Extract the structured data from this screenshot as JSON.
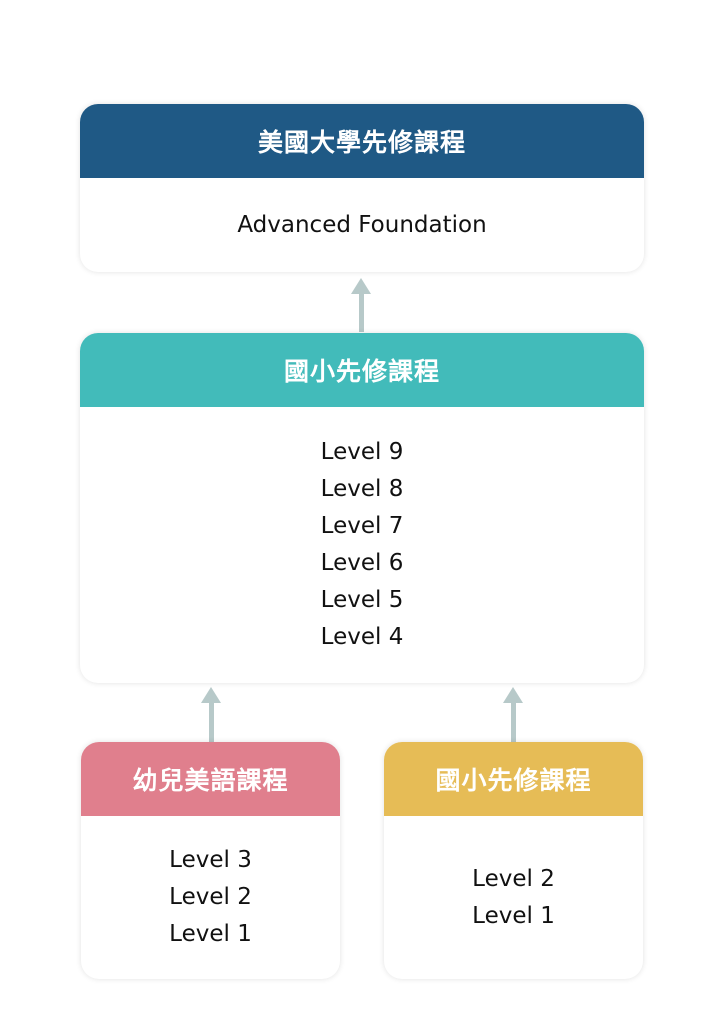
{
  "colors": {
    "top": "#1f5985",
    "middle": "#42bbba",
    "left": "#e07f8d",
    "right": "#e6bc56",
    "arrow": "#b7c9c9"
  },
  "top_box": {
    "title": "美國大學先修課程",
    "items": [
      "Advanced Foundation"
    ]
  },
  "middle_box": {
    "title": "國小先修課程",
    "items": [
      "Level 9",
      "Level 8",
      "Level 7",
      "Level 6",
      "Level 5",
      "Level 4"
    ]
  },
  "left_box": {
    "title": "幼兒美語課程",
    "items": [
      "Level 3",
      "Level 2",
      "Level 1"
    ]
  },
  "right_box": {
    "title": "國小先修課程",
    "items": [
      "Level 2",
      "Level 1"
    ]
  }
}
